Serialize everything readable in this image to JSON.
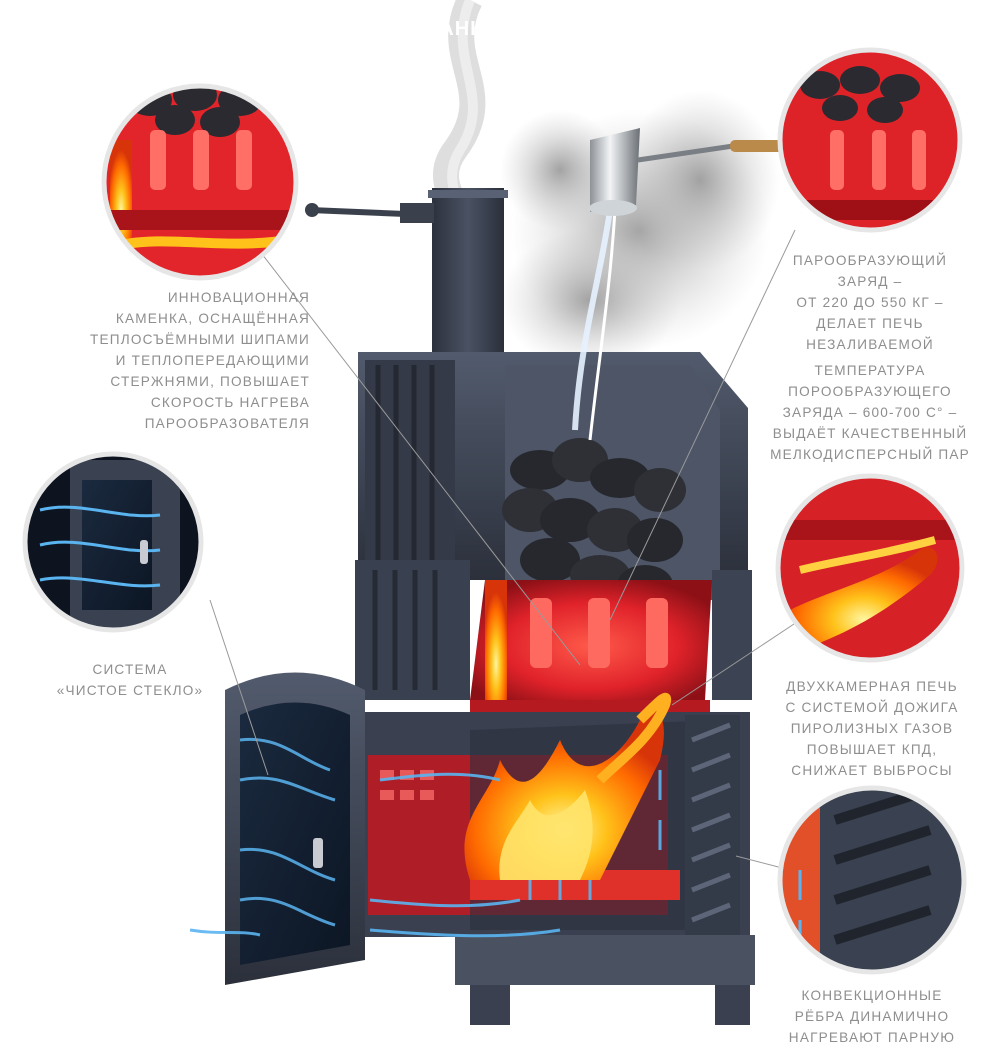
{
  "title_fragment": "ДАНН",
  "callouts": {
    "kamenka": "ИННОВАЦИОННАЯ\nКАМЕНКА, ОСНАЩЁННАЯ\nТЕПЛОСЪЁМНЫМИ ШИПАМИ\nИ ТЕПЛОПЕРЕДАЮЩИМИ\nСТЕРЖНЯМИ, ПОВЫШАЕТ\nСКОРОСТЬ НАГРЕВА\nПАРООБРАЗОВАТЕЛЯ",
    "steam_charge": "ПАРООБРАЗУЮЩИЙ\nЗАРЯД –\nОТ 220 ДО 550 КГ –\nДЕЛАЕТ ПЕЧЬ\nНЕЗАЛИВАЕМОЙ",
    "temperature": "ТЕМПЕРАТУРА\nПОРООБРАЗУЮЩЕГО\nЗАРЯДА – 600-700 С° –\nВЫДАЁТ КАЧЕСТВЕННЫЙ\nМЕЛКОДИСПЕРСНЫЙ ПАР",
    "clean_glass": "СИСТЕМА\n«ЧИСТОЕ СТЕКЛО»",
    "two_chamber": "ДВУХКАМЕРНАЯ ПЕЧЬ\nС СИСТЕМОЙ ДОЖИГА\nПИРОЛИЗНЫХ ГАЗОВ\nПОВЫШАЕТ КПД,\nСНИЖАЕТ ВЫБРОСЫ",
    "convection": "КОНВЕКЦИОННЫЕ\nРЁБРА ДИНАМИЧНО\nНАГРЕВАЮТ ПАРНУЮ"
  },
  "colors": {
    "stove_metal": "#3b4150",
    "hot_red": "#e8272a",
    "flame_orange": "#ff9a10",
    "air_blue": "#5ab4f0",
    "caption_gray": "#8e8e8e"
  }
}
